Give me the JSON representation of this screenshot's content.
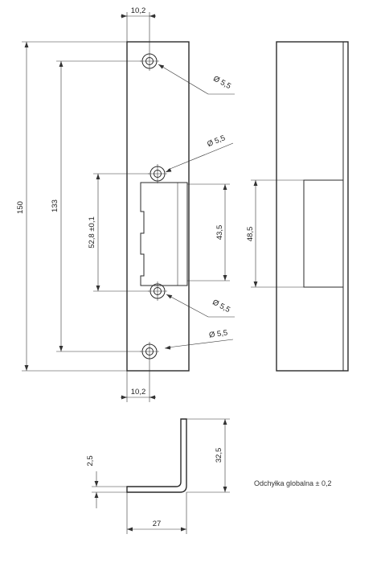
{
  "dimensions": {
    "top_width": "10,2",
    "bottom_width": "10,2",
    "total_height": "150",
    "hole_spacing": "133",
    "opening": "52,8 ±0,1",
    "latch_height": "43,5",
    "side_height": "48,5",
    "hole_top": "Ø 5,5",
    "hole_upper": "Ø 5,5",
    "hole_lower": "Ø 5,5",
    "hole_bottom": "Ø 5,5",
    "thickness": "2,5",
    "flange_height": "32,5",
    "flange_depth": "27"
  },
  "note": "Odchyłka globalna ± 0,2"
}
